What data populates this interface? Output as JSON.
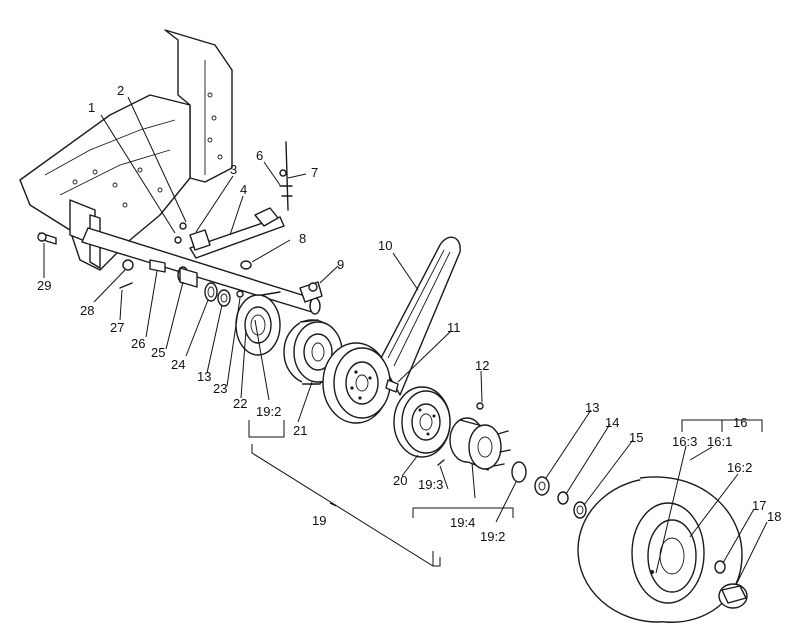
{
  "labels": {
    "l1": "1",
    "l2": "2",
    "l3": "3",
    "l4": "4",
    "l6": "6",
    "l7": "7",
    "l8": "8",
    "l9": "9",
    "l10": "10",
    "l11": "11",
    "l12": "12",
    "l13": "13",
    "l14": "14",
    "l15": "15",
    "l16": "16",
    "l16_1": "16:1",
    "l16_2": "16:2",
    "l16_3": "16:3",
    "l17": "17",
    "l18": "18",
    "l19": "19",
    "l19_2": "19:2",
    "l19_3": "19:3",
    "l19_4": "19:4",
    "l20": "20",
    "l21": "21",
    "l22": "22",
    "l23": "23",
    "l24": "24",
    "l25": "25",
    "l26": "26",
    "l27": "27",
    "l28": "28",
    "l29": "29"
  }
}
